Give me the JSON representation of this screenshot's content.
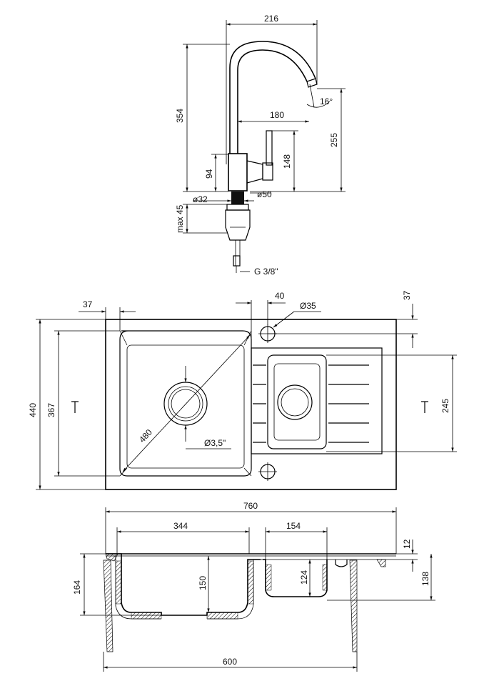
{
  "faucet": {
    "dim_width": "216",
    "dim_angle": "16°",
    "dim_height": "354",
    "dim_reach": "180",
    "dim_spout_height": "255",
    "dim_lever": "148",
    "dim_body": "94",
    "dim_hole": "ø32",
    "dim_base": "ø50",
    "dim_max_thickness": "max 45",
    "dim_connection": "G 3/8\""
  },
  "top_view": {
    "dim_edge_left": "37",
    "dim_edge_hole": "40",
    "dim_tap_hole": "Ø35",
    "dim_edge_top": "37",
    "dim_total_depth": "440",
    "dim_bowl_depth": "367",
    "dim_diagonal": "480",
    "dim_drain": "Ø3,5\"",
    "dim_small_bowl": "245",
    "section_mark_left": "|",
    "section_mark_right": "|"
  },
  "section_view": {
    "dim_total_width": "760",
    "dim_main_bowl_width": "344",
    "dim_small_bowl_width": "154",
    "dim_rim": "12",
    "dim_main_outer_depth": "164",
    "dim_main_depth": "150",
    "dim_small_depth": "124",
    "dim_small_outer_depth": "138",
    "dim_cabinet": "600"
  }
}
